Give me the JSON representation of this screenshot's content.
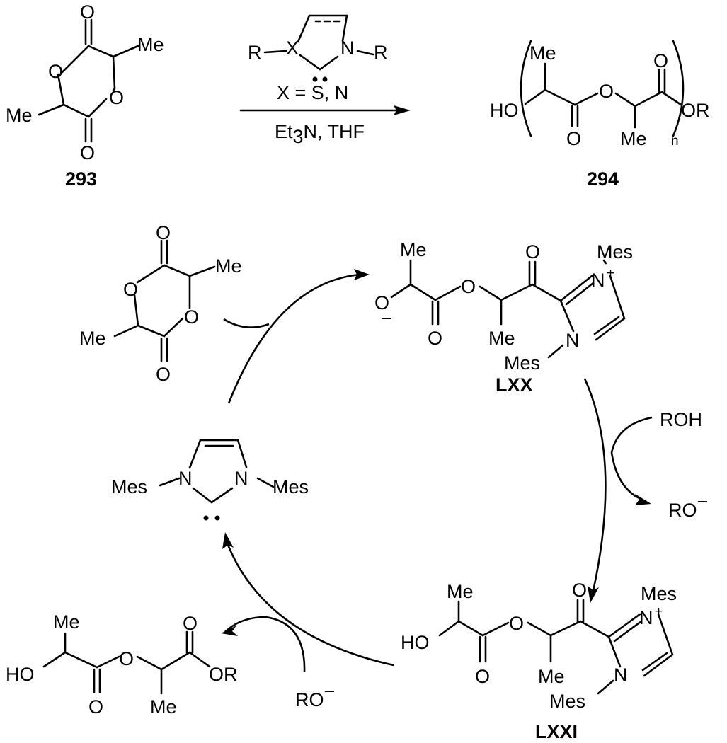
{
  "top_reaction": {
    "reactant": {
      "label": "293",
      "atoms": {
        "o_top": "O",
        "o_ring_left": "O",
        "o_ring_right": "O",
        "o_bottom": "O",
        "me_top": "Me",
        "me_bottom": "Me"
      }
    },
    "reagents": {
      "r_left": "R",
      "x": "X",
      "n": "N",
      "r_right": "R",
      "condition1": "X = S, N",
      "condition2_pre": "Et",
      "condition2_sub": "3",
      "condition2_post": "N, THF"
    },
    "product": {
      "label": "294",
      "ho": "HO",
      "me_top": "Me",
      "o_ester": "O",
      "o_carbonyl_top": "O",
      "o_carbonyl_bottom": "O",
      "me_bottom": "Me",
      "or": "OR",
      "n": "n"
    }
  },
  "cycle": {
    "lactide": {
      "o_top": "O",
      "o_ring_left": "O",
      "o_ring_right": "O",
      "o_bottom": "O",
      "me_right": "Me",
      "me_left": "Me"
    },
    "lxx": {
      "label": "LXX",
      "me_top": "Me",
      "o_minus": "O",
      "minus": "−",
      "o_ester": "O",
      "o_carbonyl": "O",
      "o_ketone": "O",
      "me_bottom": "Me",
      "n_plus": "N",
      "plus": "+",
      "mes_top": "Mes",
      "n_lower": "N",
      "mes_lower": "Mes"
    },
    "roh": "ROH",
    "ro_minus_right": {
      "text": "RO",
      "sup": "−"
    },
    "lxxi": {
      "label": "LXXI",
      "me_top": "Me",
      "ho": "HO",
      "o_ester": "O",
      "o_carbonyl": "O",
      "o_ketone": "O",
      "me_bottom": "Me",
      "n_plus": "N",
      "plus": "+",
      "mes_top": "Mes",
      "n_lower": "N",
      "mes_lower": "Mes"
    },
    "carbene": {
      "mes_left": "Mes",
      "n_left": "N",
      "n_right": "N",
      "mes_right": "Mes"
    },
    "product": {
      "me_top": "Me",
      "ho": "HO",
      "o_ester": "O",
      "o_carbonyl_top": "O",
      "o_carbonyl_bottom": "O",
      "me_bottom": "Me",
      "or": "OR"
    },
    "ro_minus_left": {
      "text": "RO",
      "sup": "−"
    }
  }
}
